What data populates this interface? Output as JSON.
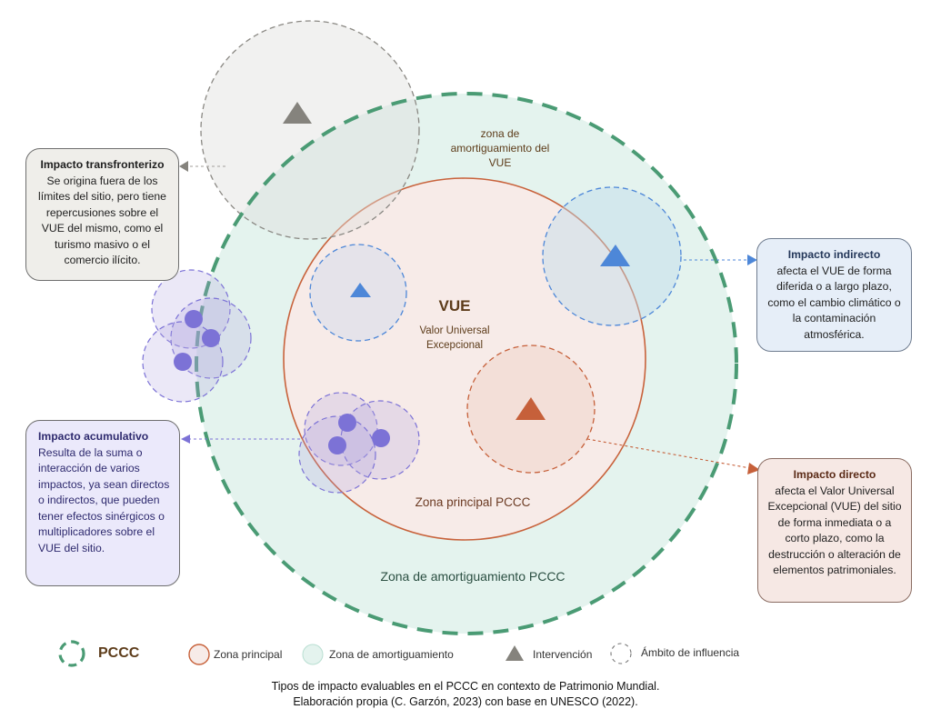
{
  "colors": {
    "pccc_green": "#4a9b74",
    "buffer_fill": "#e4f3ee",
    "main_zone_stroke": "#c8623b",
    "main_zone_fill": "#f7ebe8",
    "gray": "#8a8883",
    "blue": "#4d87d8",
    "purple": "#7c72d6",
    "orange": "#c6603a",
    "label_brown": "#5d3c1a",
    "label_green_dark": "#2b4f42"
  },
  "labels": {
    "buffer_vue": [
      "zona de",
      "amortiguamiento del",
      "VUE"
    ],
    "vue_title": "VUE",
    "vue_subtitle": [
      "Valor Universal",
      "Excepcional"
    ],
    "main_zone": "Zona principal PCCC",
    "buffer_zone": "Zona de amortiguamiento PCCC"
  },
  "impacts": {
    "transfronterizo": {
      "title": "Impacto transfronterizo",
      "body": "Se origina fuera de los límites del sitio, pero tiene repercusiones sobre el VUE del mismo, como el turismo masivo o el comercio ilícito."
    },
    "acumulativo": {
      "title": "Impacto acumulativo",
      "body": "Resulta de la suma o interacción de varios impactos, ya sean directos o indirectos, que pueden tener efectos sinérgicos o multiplicadores sobre el VUE del sitio."
    },
    "indirecto": {
      "title": "Impacto indirecto",
      "body": "afecta el VUE de forma diferida o a largo plazo, como el cambio climático o la contaminación atmosférica."
    },
    "directo": {
      "title": "Impacto directo",
      "body": "afecta el Valor Universal Excepcional (VUE) del sitio de forma inmediata o a corto plazo, como la destrucción o alteración de elementos patrimoniales."
    }
  },
  "legend": {
    "pccc": "PCCC",
    "main_zone": "Zona principal",
    "buffer_zone": "Zona de amortiguamiento",
    "intervention": "Intervención",
    "influence": "Ámbito de influencia"
  },
  "caption": {
    "line1": "Tipos de impacto evaluables en el PCCC en contexto de Patrimonio Mundial.",
    "line2": "Elaboración propia (C. Garzón, 2023) con base en UNESCO (2022)."
  }
}
